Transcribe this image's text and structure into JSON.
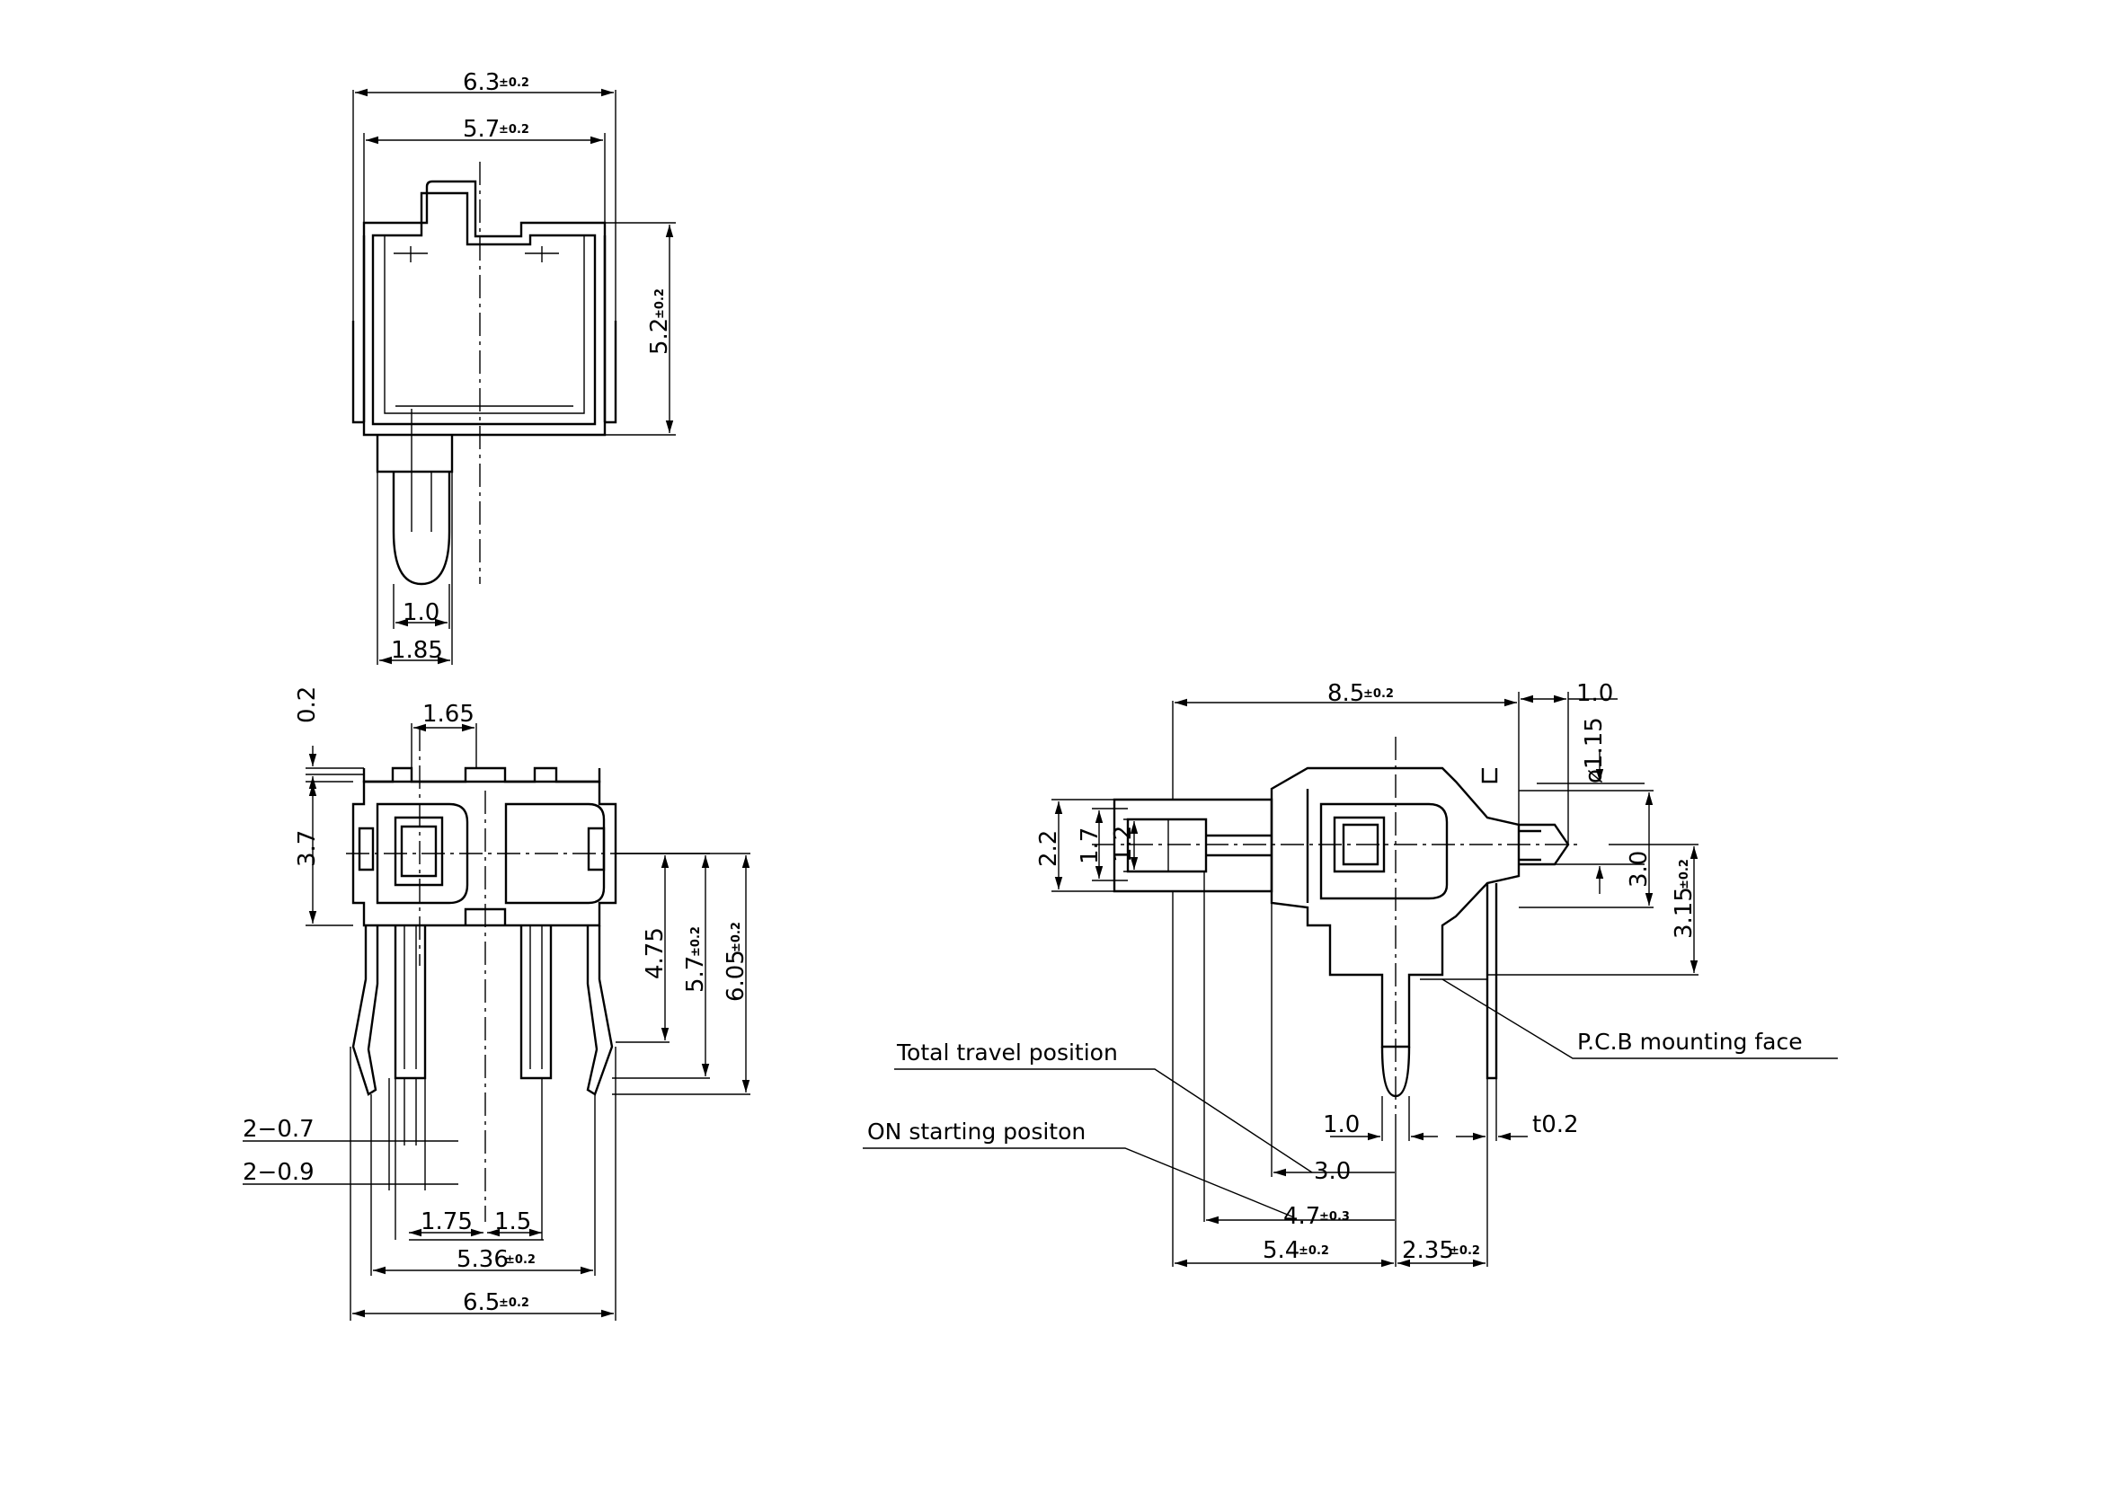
{
  "top_view": {
    "width_overall": "6.3",
    "width_overall_tol": "±0.2",
    "width_inner": "5.7",
    "width_inner_tol": "±0.2",
    "height": "5.2",
    "height_tol": "±0.2",
    "pin_width": "1.0",
    "pin_span": "1.85"
  },
  "front_view": {
    "gap": "0.2",
    "actuator_width": "1.65",
    "body_height": "3.7",
    "leg_a": "4.75",
    "leg_b": "5.7",
    "leg_b_tol": "±0.2",
    "leg_c": "6.05",
    "leg_c_tol": "±0.2",
    "pin_thin": "2−0.7",
    "pin_thick": "2−0.9",
    "pitch_a": "1.75",
    "pitch_b": "1.5",
    "pin_span": "5.36",
    "pin_span_tol": "±0.2",
    "overall_width": "6.5",
    "overall_width_tol": "±0.2"
  },
  "side_view": {
    "length": "8.5",
    "length_tol": "±0.2",
    "tip": "1.0",
    "diameter": "ø1.15",
    "h_a": "2.2",
    "h_b": "1.7",
    "h_c": "1.2",
    "h_d": "3.0",
    "h_e": "3.15",
    "h_e_tol": "±0.2",
    "total_travel_label": "Total travel position",
    "on_start_label": "ON starting positon",
    "pcb_label": "P.C.B mounting face",
    "pin_width": "1.0",
    "thickness": "t0.2",
    "travel": "3.0",
    "on_start": "4.7",
    "on_start_tol": "±0.3",
    "base": "5.4",
    "base_tol": "±0.2",
    "lead": "2.35",
    "lead_tol": "±0.2"
  }
}
